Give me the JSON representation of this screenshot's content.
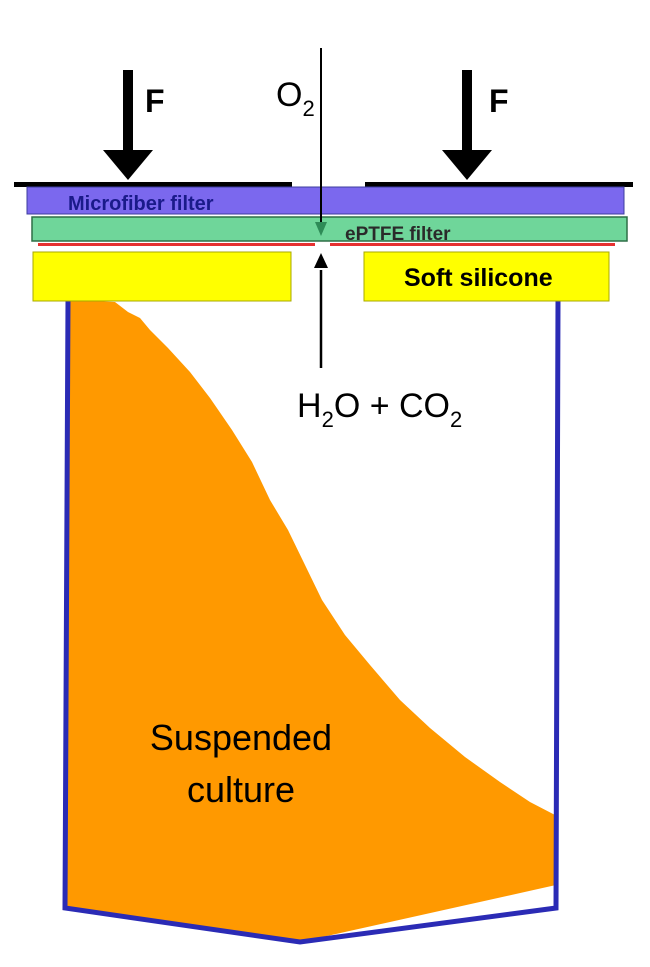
{
  "force_label": "F",
  "oxygen": {
    "symbol": "O",
    "subscript": "2"
  },
  "exhaust": {
    "h": "H",
    "h_sub": "2",
    "rest": "O + CO",
    "co_sub": "2"
  },
  "layers": {
    "microfiber_filter": "Microfiber filter",
    "eptfe_filter": "ePTFE filter",
    "soft_silicone": "Soft silicone"
  },
  "culture": {
    "line1": "Suspended",
    "line2": "culture"
  },
  "colors": {
    "microfiber": "#7b68ee",
    "eptfe": "#6fd69a",
    "silicone": "#ffff00",
    "culture": "#ff9900",
    "vessel": "#2b2bb5",
    "seal_line": "#e53030",
    "ink": "#000000",
    "flow_arrow": "#2e8b57"
  }
}
